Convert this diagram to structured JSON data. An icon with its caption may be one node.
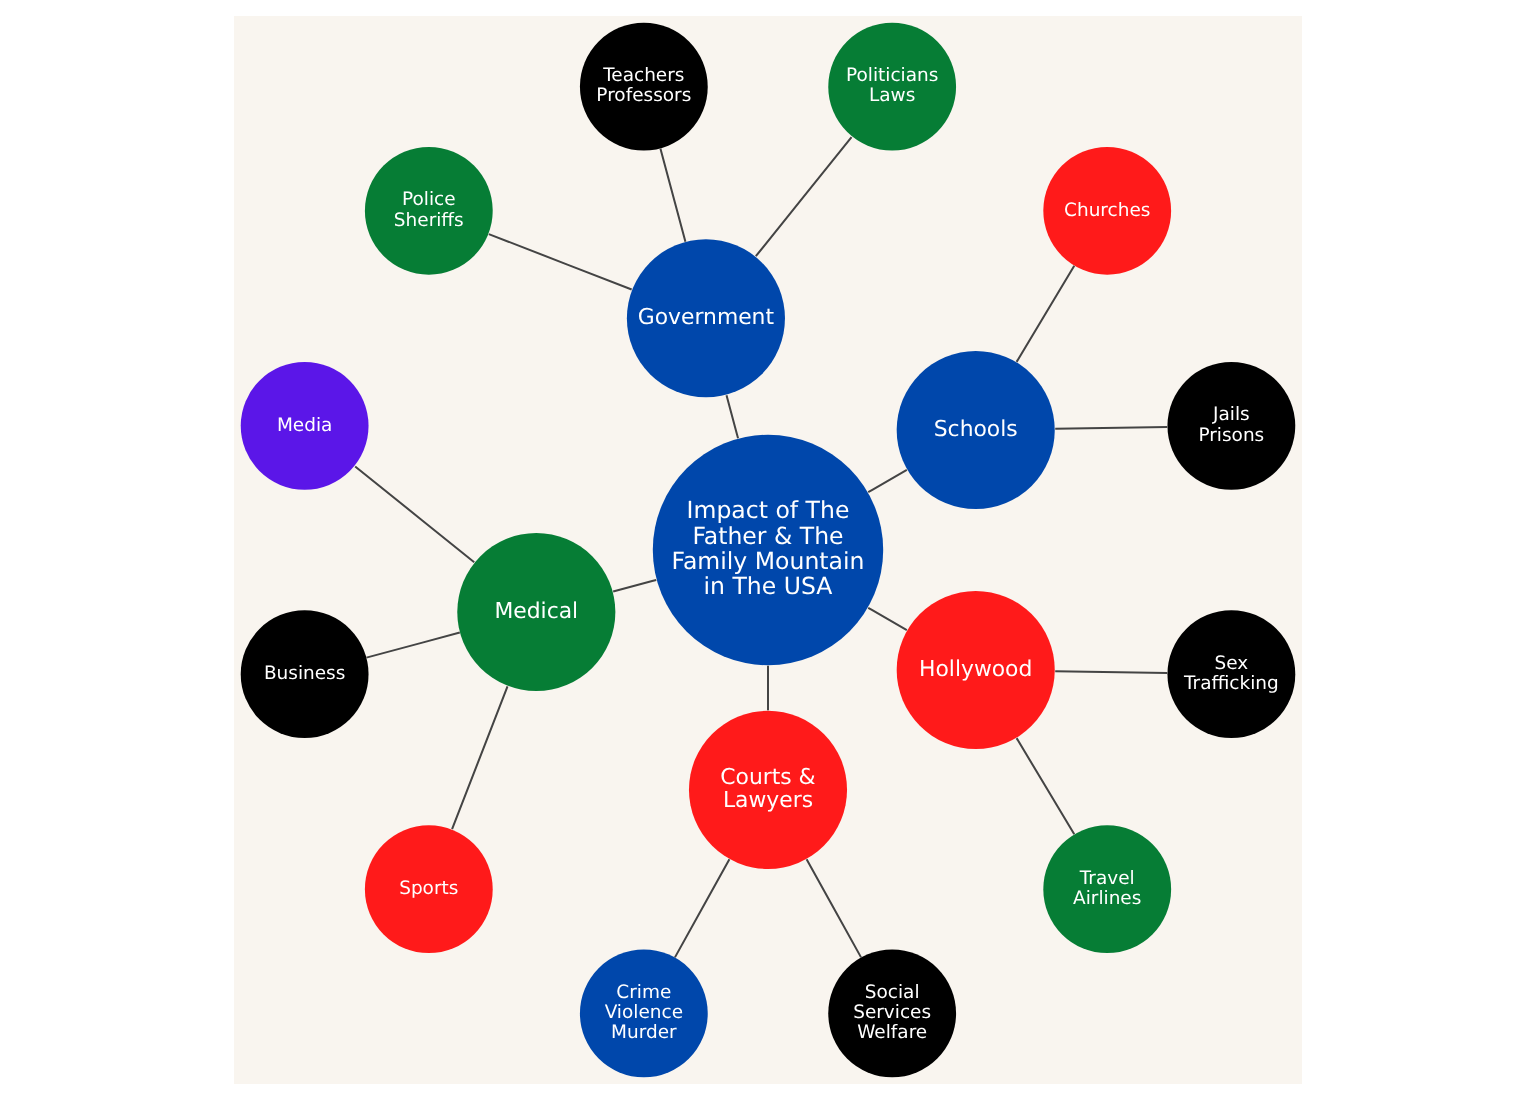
{
  "diagram": {
    "nodes": [
      {
        "text": [
          "Impact of The Father & The Family Mountain in The USA"
        ]
      },
      {
        "text": [
          "Schools"
        ]
      },
      {
        "text": [
          "Jails Prisons"
        ]
      },
      {
        "text": [
          "Churches"
        ]
      },
      {
        "text": [
          "Government"
        ]
      },
      {
        "text": [
          "Politicians Laws"
        ]
      },
      {
        "text": [
          "Teachers Professors"
        ]
      },
      {
        "text": [
          "Police Sheriffs"
        ]
      },
      {
        "text": [
          "Medical"
        ]
      },
      {
        "text": [
          "Media"
        ]
      },
      {
        "text": [
          "Business"
        ]
      },
      {
        "text": [
          "Sports"
        ]
      },
      {
        "text": [
          "Courts & Lawyers"
        ]
      },
      {
        "text": [
          "Crime Violence Murder"
        ]
      },
      {
        "text": [
          "Social Services Welfare"
        ]
      },
      {
        "text": [
          "Hollywood"
        ]
      },
      {
        "text": [
          "Travel Airlines"
        ]
      },
      {
        "text": [
          "Sex Trafficking"
        ]
      }
    ],
    "edges": [
      {
        "from": 0,
        "to": 1,
        "arrow": "none"
      },
      {
        "from": 1,
        "to": 2,
        "arrow": "none"
      },
      {
        "from": 1,
        "to": 3,
        "arrow": "none"
      },
      {
        "from": 0,
        "to": 4,
        "arrow": "none"
      },
      {
        "from": 4,
        "to": 5,
        "arrow": "none"
      },
      {
        "from": 4,
        "to": 6,
        "arrow": "none"
      },
      {
        "from": 4,
        "to": 7,
        "arrow": "none"
      },
      {
        "from": 0,
        "to": 8,
        "arrow": "none"
      },
      {
        "from": 8,
        "to": 9,
        "arrow": "none"
      },
      {
        "from": 8,
        "to": 10,
        "arrow": "none"
      },
      {
        "from": 8,
        "to": 11,
        "arrow": "none"
      },
      {
        "from": 0,
        "to": 12,
        "arrow": "none"
      },
      {
        "from": 12,
        "to": 13,
        "arrow": "none"
      },
      {
        "from": 12,
        "to": 14,
        "arrow": "none"
      },
      {
        "from": 0,
        "to": 15,
        "arrow": "none"
      },
      {
        "from": 15,
        "to": 16,
        "arrow": "none"
      },
      {
        "from": 15,
        "to": 17,
        "arrow": "none"
      }
    ]
  }
}
